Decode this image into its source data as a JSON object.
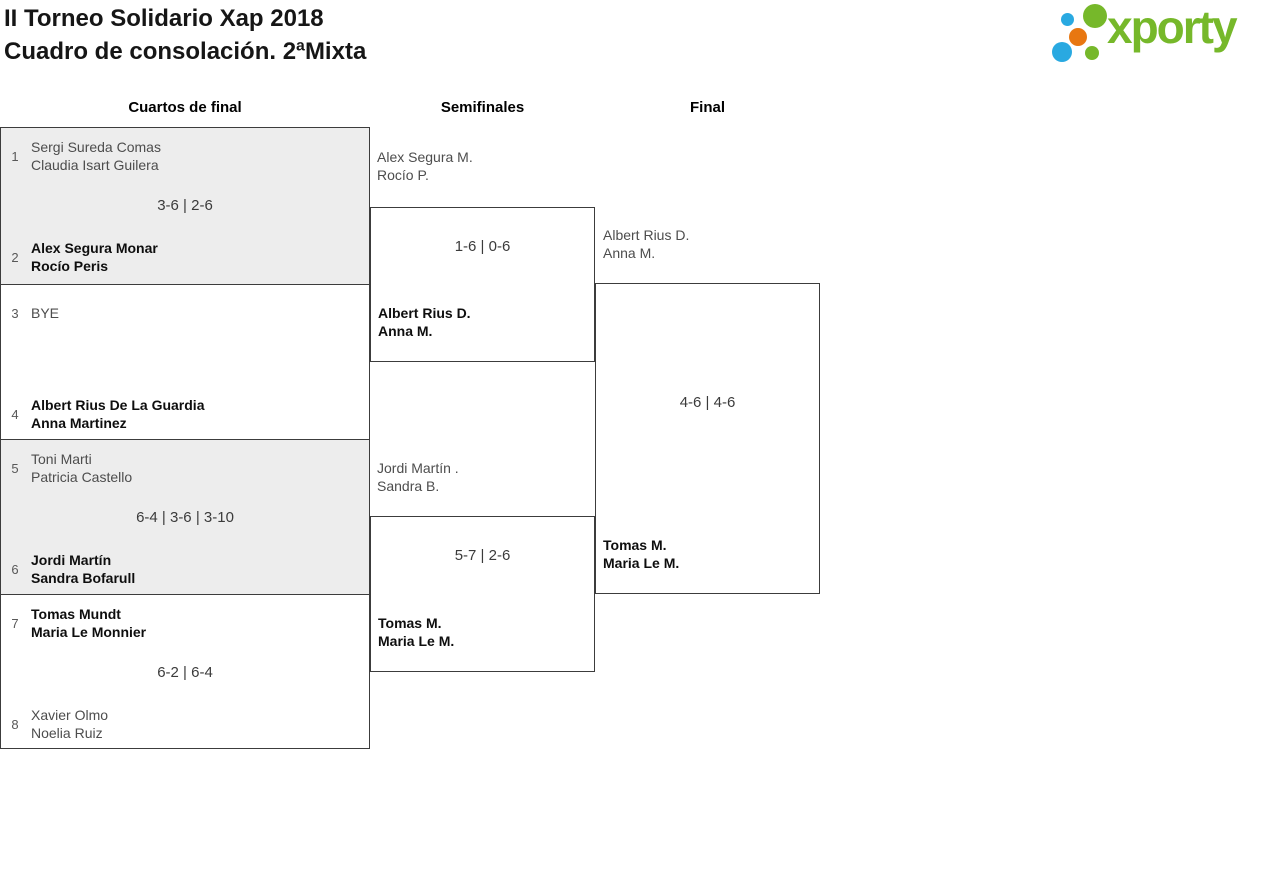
{
  "header": {
    "title_line1": "II Torneo Solidario Xap 2018",
    "title_line2": "Cuadro de consolación. 2ªMixta"
  },
  "logo": {
    "brand": "xporty",
    "colors": {
      "green": "#76b82a",
      "blue": "#29a9e1",
      "orange": "#e87711"
    }
  },
  "round_headers": {
    "quarterfinals": "Cuartos de final",
    "semifinals": "Semifinales",
    "final": "Final"
  },
  "bracket": {
    "quarterfinals": [
      {
        "top": {
          "seed": "1",
          "line1": "Sergi Sureda Comas",
          "line2": "Claudia Isart Guilera",
          "winner": false
        },
        "score": "3-6 | 2-6",
        "bottom": {
          "seed": "2",
          "line1": "Alex Segura Monar",
          "line2": "Rocío Peris",
          "winner": true
        }
      },
      {
        "top": {
          "seed": "3",
          "line1": "BYE",
          "line2": "",
          "winner": false
        },
        "score": "",
        "bottom": {
          "seed": "4",
          "line1": "Albert Rius De La Guardia",
          "line2": "Anna Martinez",
          "winner": true
        }
      },
      {
        "top": {
          "seed": "5",
          "line1": "Toni Marti",
          "line2": "Patricia Castello",
          "winner": false
        },
        "score": "6-4 | 3-6 | 3-10",
        "bottom": {
          "seed": "6",
          "line1": "Jordi Martín",
          "line2": "Sandra Bofarull",
          "winner": true
        }
      },
      {
        "top": {
          "seed": "7",
          "line1": "Tomas Mundt",
          "line2": "Maria Le Monnier",
          "winner": true
        },
        "score": "6-2 | 6-4",
        "bottom": {
          "seed": "8",
          "line1": "Xavier Olmo",
          "line2": "Noelia Ruiz",
          "winner": false
        }
      }
    ],
    "semifinals": [
      {
        "top": {
          "line1": "Alex Segura M.",
          "line2": "Rocío P.",
          "winner": false
        },
        "score": "1-6 | 0-6",
        "bottom": {
          "line1": "Albert Rius D.",
          "line2": "Anna M.",
          "winner": true
        }
      },
      {
        "top": {
          "line1": "Jordi Martín .",
          "line2": "Sandra B.",
          "winner": false
        },
        "score": "5-7 | 2-6",
        "bottom": {
          "line1": "Tomas M.",
          "line2": "Maria Le M.",
          "winner": true
        }
      }
    ],
    "final": {
      "top": {
        "line1": "Albert Rius D.",
        "line2": "Anna M.",
        "winner": false
      },
      "score": "4-6 | 4-6",
      "bottom": {
        "line1": "Tomas M.",
        "line2": "Maria Le M.",
        "winner": true
      }
    }
  }
}
